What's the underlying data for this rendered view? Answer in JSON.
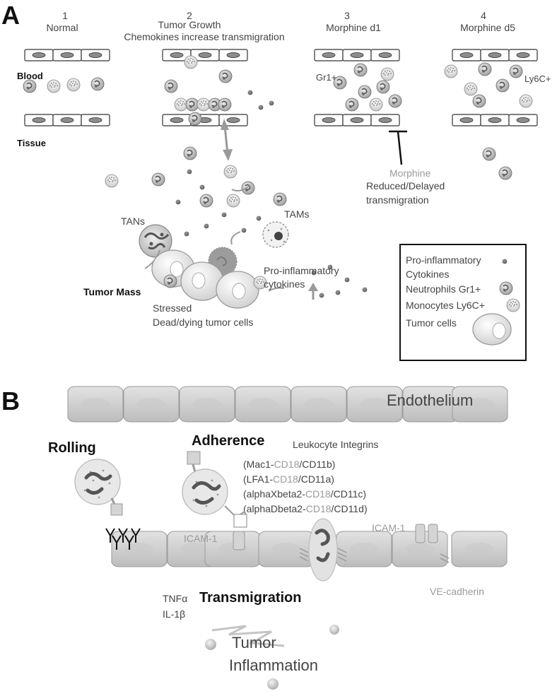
{
  "panel_a": {
    "letter": "A",
    "columns": [
      {
        "num": "1",
        "title": "Normal",
        "subtitle": ""
      },
      {
        "num": "2",
        "title": "Tumor Growth",
        "subtitle": "Chemokines increase  transmigration"
      },
      {
        "num": "3",
        "title": "Morphine d1",
        "subtitle": ""
      },
      {
        "num": "4",
        "title": "Morphine d5",
        "subtitle": ""
      }
    ],
    "labels": {
      "blood": "Blood",
      "tissue": "Tissue",
      "gr1": "Gr1+",
      "ly6c": "Ly6C+",
      "morphine": "Morphine",
      "reduced_1": "Reduced/Delayed",
      "reduced_2": "transmigration",
      "tans": "TANs",
      "tams": "TAMs",
      "tumor_mass": "Tumor Mass",
      "pro_inf_1": "Pro-inflammatory",
      "pro_inf_2": "cytokines",
      "stressed": "Stressed",
      "dead": "Dead/dying tumor cells"
    },
    "legend": {
      "items": [
        "Pro-inflammatory",
        "Cytokines",
        "Neutrophils Gr1+",
        "Monocytes Ly6C+",
        "Tumor cells"
      ]
    }
  },
  "panel_b": {
    "letter": "B",
    "endothelium": "Endothelium",
    "rolling": "Rolling",
    "adherence": "Adherence",
    "integrins_title": "Leukocyte Integrins",
    "integrins": [
      {
        "pre": "(Mac1-",
        "mid": "CD18",
        "post": "/CD11b)"
      },
      {
        "pre": "(LFA1-",
        "mid": "CD18",
        "post": "/CD11a)"
      },
      {
        "pre": "(alphaXbeta2-",
        "mid": "CD18",
        "post": "/CD11c)"
      },
      {
        "pre": "(alphaDbeta2-",
        "mid": "CD18",
        "post": "/CD11d)"
      }
    ],
    "icam_left": "ICAM-1",
    "icam_right": "ICAM-1",
    "ve_cadherin": "VE-cadherin",
    "tnf": "TNFα",
    "il1": "IL-1β",
    "transmigration": "Transmigration",
    "tumor": "Tumor",
    "inflammation": "Inflammation"
  },
  "colors": {
    "cell_fill": "#d9d9d9",
    "nucleus": "#8c8c8c",
    "cytokine": "#6e6e6e",
    "grey_text": "#9a9a9a"
  }
}
